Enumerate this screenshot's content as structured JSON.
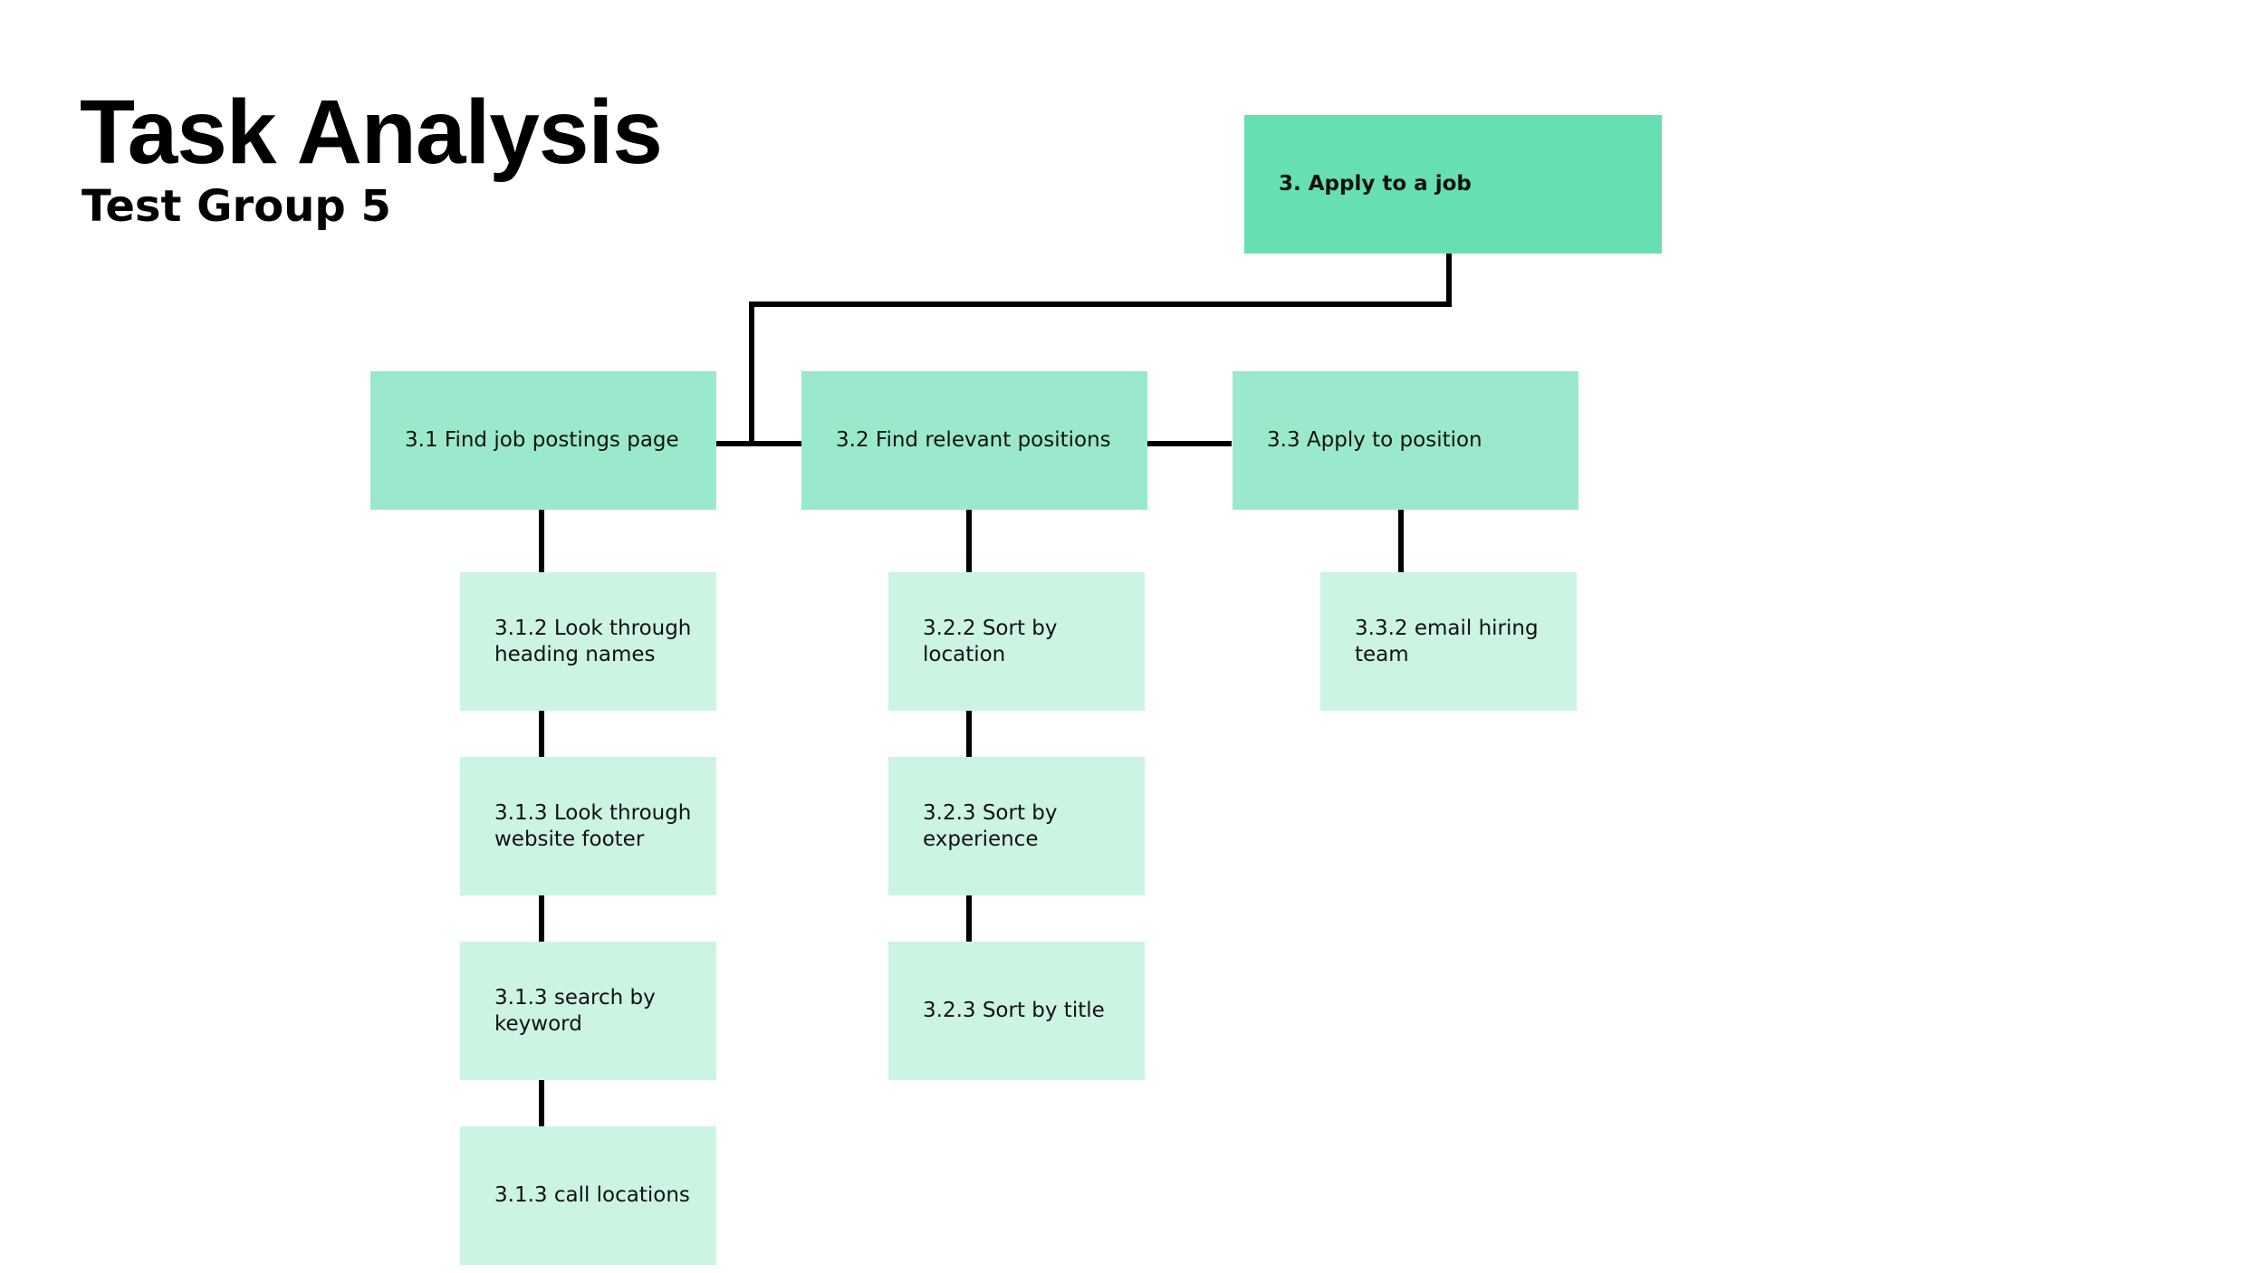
{
  "title": "Task Analysis",
  "subtitle": "Test Group 5",
  "colors": {
    "root": "#66e0b2",
    "level1": "#9ae9cc",
    "level2": "#ccf4e3",
    "connector": "#000000"
  },
  "root": {
    "label": "3. Apply to a job"
  },
  "branches": [
    {
      "label": "3.1 Find job postings page",
      "children": [
        {
          "label": "3.1.2 Look through heading names"
        },
        {
          "label": "3.1.3 Look through website footer"
        },
        {
          "label": "3.1.3 search by keyword"
        },
        {
          "label": "3.1.3 call locations"
        }
      ]
    },
    {
      "label": "3.2 Find relevant positions",
      "children": [
        {
          "label": "3.2.2 Sort by location"
        },
        {
          "label": "3.2.3 Sort by experience"
        },
        {
          "label": "3.2.3 Sort by title"
        }
      ]
    },
    {
      "label": "3.3 Apply to position",
      "children": [
        {
          "label": "3.3.2 email hiring team"
        }
      ]
    }
  ]
}
